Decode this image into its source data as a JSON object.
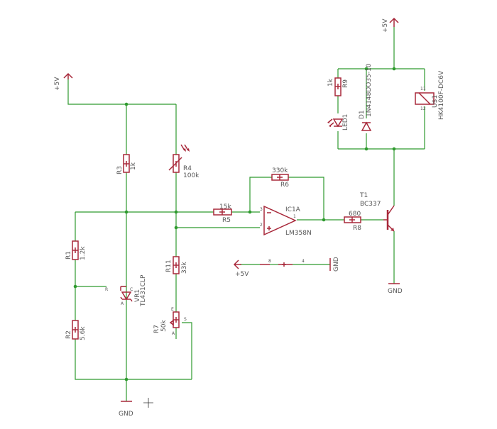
{
  "supplies": {
    "vcc_left": "+5V",
    "vcc_right": "+5V",
    "vcc_bottom": "+5V",
    "gnd_left": "GND",
    "gnd_right": "GND",
    "gnd_mid": "GND"
  },
  "components": {
    "r1": {
      "name": "R1",
      "value": "1.2k"
    },
    "r2": {
      "name": "R2",
      "value": "5.6k"
    },
    "r3": {
      "name": "R3",
      "value": "1k"
    },
    "r4": {
      "name": "R4",
      "value": "100k"
    },
    "r5": {
      "name": "R5",
      "value": "15k"
    },
    "r6": {
      "name": "R6",
      "value": "330k"
    },
    "r7": {
      "name": "R7",
      "value": "50k"
    },
    "r8": {
      "name": "R8",
      "value": "680"
    },
    "r9": {
      "name": "R9",
      "value": "1k"
    },
    "r11": {
      "name": "R11",
      "value": "33k"
    },
    "vr1": {
      "name": "VR1",
      "value": "TL431CLP"
    },
    "ic1a": {
      "name": "IC1A",
      "value": "LM358N"
    },
    "t1": {
      "name": "T1",
      "value": "BC337"
    },
    "d1": {
      "name": "D1",
      "value": "1N4148DO35-10"
    },
    "led1": {
      "name": "LED1"
    },
    "u1": {
      "name": "U$1",
      "value": "HK4100F-DC6V"
    }
  },
  "pins": {
    "opamp_inv": "3",
    "opamp_noninv": "2",
    "opamp_out": "1",
    "power_8": "8",
    "power_4": "4",
    "vr1_r": "R",
    "vr1_a": "A",
    "vr1_c": "C",
    "r7_e": "E",
    "r7_a": "A",
    "r7_s": "S",
    "u1_11": "11",
    "u1_12": "12"
  },
  "colors": {
    "wire": "#2e9a2e",
    "part": "#a8283a",
    "label": "#555555",
    "background": "#ffffff"
  }
}
